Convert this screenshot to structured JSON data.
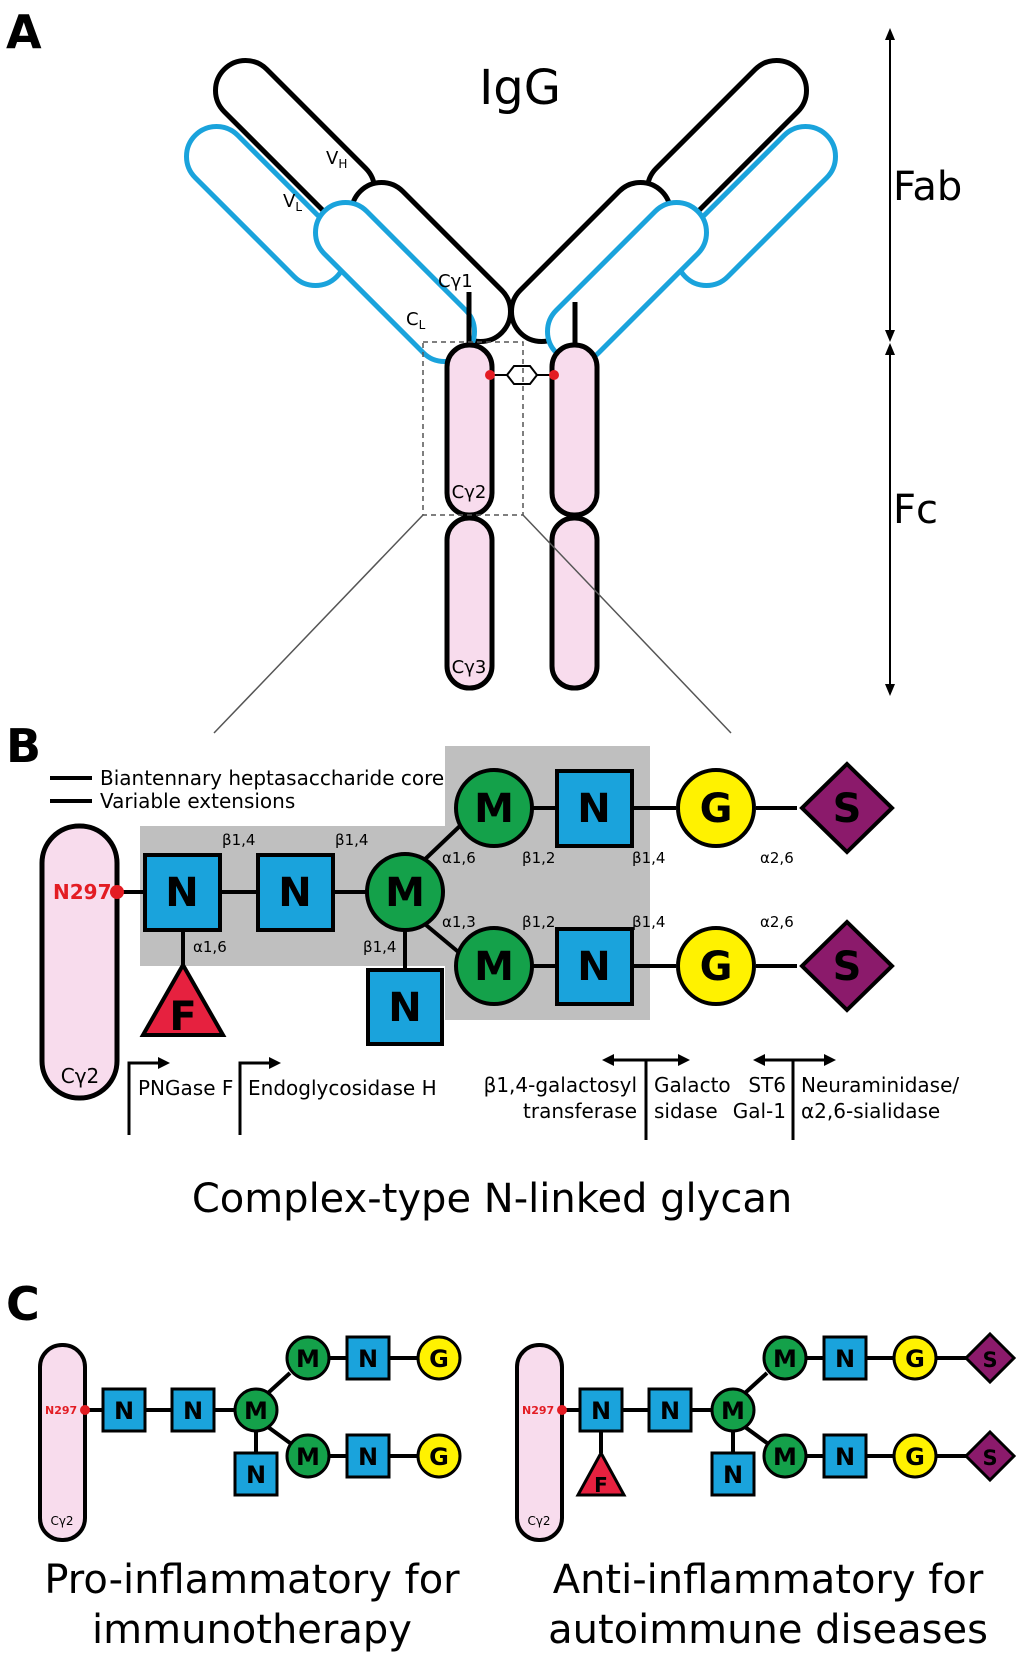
{
  "panelA": {
    "letter": "A",
    "title": "IgG",
    "regions": {
      "fab": "Fab",
      "fc": "Fc"
    },
    "domains": {
      "vh": "V",
      "vh_sub": "H",
      "vl": "V",
      "vl_sub": "L",
      "cg1": "Cγ1",
      "cl": "C",
      "cl_sub": "L",
      "cg2": "Cγ2",
      "cg3": "Cγ3"
    }
  },
  "panelB": {
    "letter": "B",
    "legend": {
      "core": "Biantennary heptasaccharide core",
      "variable": "Variable extensions"
    },
    "site": "N297",
    "domain": "Cγ2",
    "residues": {
      "glcnac": "N",
      "mannose": "M",
      "galactose": "G",
      "sialic": "S",
      "fucose": "F"
    },
    "linkages": {
      "n1_n2": "β1,4",
      "n2_m": "β1,4",
      "fuc": "α1,6",
      "bisect": "β1,4",
      "m_upper": "α1,6",
      "m_lower": "α1,3",
      "upper_m_n": "β1,2",
      "upper_n_g": "β1,4",
      "upper_g_s": "α2,6",
      "lower_m_n": "β1,2",
      "lower_n_g": "β1,4",
      "lower_g_s": "α2,6"
    },
    "enzymes": {
      "pngase": "PNGase F",
      "endoh": "Endoglycosidase H",
      "galt_1": "β1,4-galactosyl",
      "galt_2": "transferase",
      "galact_1": "Galacto",
      "galact_2": "sidase",
      "st6_1": "ST6",
      "st6_2": "Gal-1",
      "neur_1": "Neuraminidase/",
      "neur_2": "α2,6-sialidase"
    },
    "caption": "Complex-type N-linked glycan"
  },
  "panelC": {
    "letter": "C",
    "left": {
      "line1": "Pro-inflammatory for",
      "line2": "immunotherapy"
    },
    "right": {
      "line1": "Anti-inflammatory for",
      "line2": "autoimmune diseases"
    }
  },
  "colors": {
    "heavy_chain_fill": "#f8dced",
    "light_chain_stroke": "#1aa3dc",
    "glcnac": "#1aa3dc",
    "mannose": "#14a14a",
    "galactose": "#fff200",
    "sialic": "#8b1a6b",
    "fucose": "#e6213f",
    "core_box": "#bfbfbf",
    "site_red": "#e31c23"
  }
}
